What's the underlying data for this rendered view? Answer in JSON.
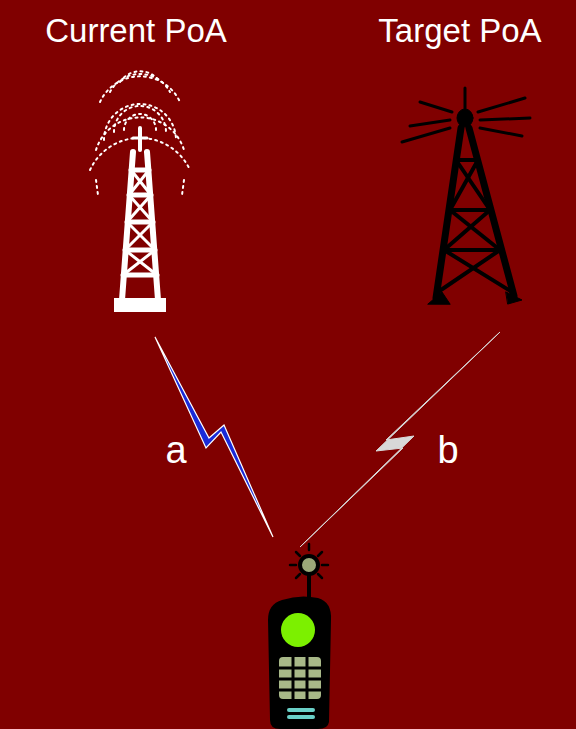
{
  "diagram": {
    "labels": [
      "Current PoA",
      "Target PoA",
      "a",
      "b"
    ]
  }
}
